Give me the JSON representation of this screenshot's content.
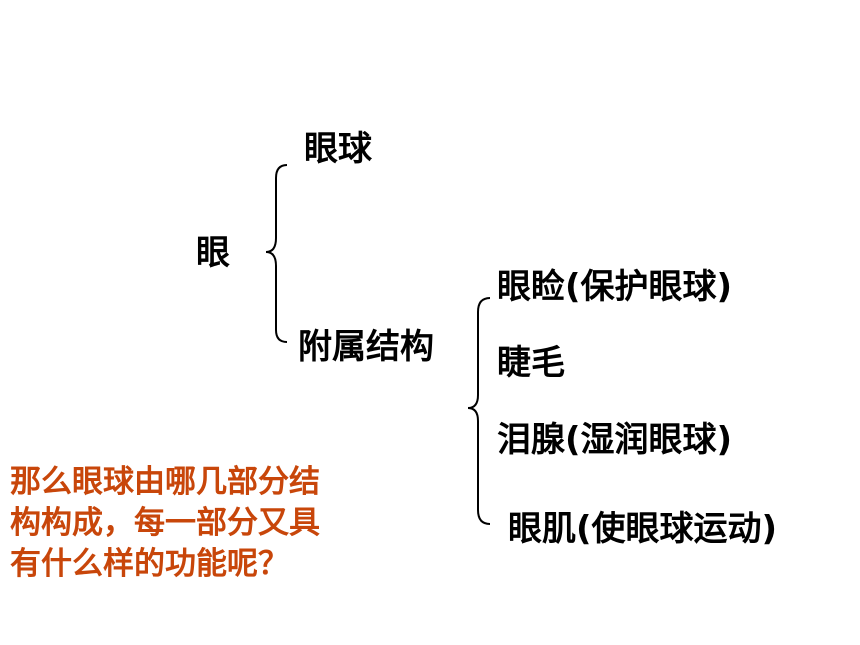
{
  "tree": {
    "root": "眼",
    "branch_1": "眼球",
    "branch_2": "附属结构",
    "sub": [
      "眼睑(保护眼球)",
      "睫毛",
      "泪腺(湿润眼球)",
      "眼肌(使眼球运动)"
    ]
  },
  "question": {
    "lines": [
      "那么眼球由哪几部分结",
      "构构成，每一部分又具",
      "有什么样的功能呢？"
    ]
  },
  "colors": {
    "text": "#000000",
    "question": "#c8460a"
  }
}
